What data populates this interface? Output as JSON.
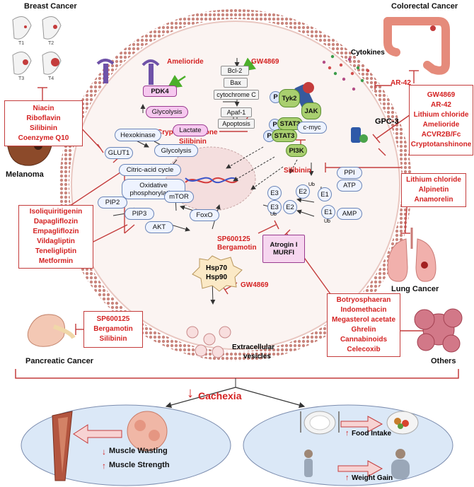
{
  "cancers": {
    "breast": "Breast Cancer",
    "colorectal": "Colorectal Cancer",
    "melanoma": "Melanoma",
    "lung": "Lung Cancer",
    "pancreatic": "Pancreatic Cancer",
    "others": "Others"
  },
  "tumor_stages": [
    "T1",
    "T2",
    "T3",
    "T4"
  ],
  "drug_boxes": {
    "breast": [
      "Niacin",
      "Riboflavin",
      "Silibinin",
      "Coenzyme Q10"
    ],
    "colorectal": [
      "GW4869",
      "AR-42",
      "Lithium chloride",
      "Amelioride",
      "ACVR2B/Fc",
      "Cryptotanshinone"
    ],
    "lung": [
      "Lithium chloride",
      "Alpinetin",
      "Anamorelin"
    ],
    "melanoma": [
      "Isoliquiritigenin",
      "Dapagliflozin",
      "Empagliflozin",
      "Vildagliptin",
      "Teneligliptin",
      "Metformin"
    ],
    "pancreatic": [
      "SP600125",
      "Bergamotin",
      "Silibinin"
    ],
    "others": [
      "Botryosphaeran",
      "Indomethacin",
      "Megasterol acetate",
      "Ghrelin",
      "Cannabinoids",
      "Celecoxib"
    ]
  },
  "inline_drugs": {
    "amelioride": "Amelioride",
    "gw4869_top": "GW4869",
    "ar42": "AR-42",
    "cryptotanshinone": "Cryptotanshinone",
    "silibinin_center": "Silibinin",
    "silibinin_right": "Silibinin",
    "sp600125": "SP600125",
    "bergamotin": "Bergamotin",
    "gw4869_bottom": "GW4869"
  },
  "cell_nodes": {
    "pdk4": "PDK4",
    "glycolysis_top": "Glycolysis",
    "lactate": "Lactate",
    "hexokinase": "Hexokinase",
    "glut1": "GLUT1",
    "glycolysis": "Glycolysis",
    "citric": "Citric-acid cycle",
    "oxphos1": "Oxidative",
    "oxphos2": "phosphorylation",
    "pip2": "PIP2",
    "pip3": "PIP3",
    "akt": "AKT",
    "mtor": "mTOR",
    "foxo": "FoxO",
    "bcl2": "Bcl-2",
    "bax": "Bax",
    "cytc": "cytochrome C",
    "apaf": "Apaf-1",
    "apoptosis": "Apoptosis",
    "tyk2": "Tyk2",
    "jak": "JAK",
    "p": "P",
    "stat3": "STAT3",
    "pi3k": "PI3K",
    "cmyc": "c-myc",
    "gpc3": "GPC-3",
    "ppi": "PPI",
    "atp": "ATP",
    "amp": "AMP",
    "e1": "E1",
    "e2": "E2",
    "e3": "E3",
    "ub": "Ub",
    "atrogin1": "Atrogin I",
    "atrogin2": "MURFI",
    "hsp70": "Hsp70",
    "hsp90": "Hsp90",
    "cytokines": "Cytokines",
    "ev1": "Extracellular",
    "ev2": "vesicles"
  },
  "bottom": {
    "cachexia": "Cachexia",
    "muscle_wasting": "Muscle Wasting",
    "muscle_strength": "Muscle Strength",
    "food_intake": "Food Intake",
    "weight_gain": "Weight Gain",
    "down_arrow": "↓",
    "up_arrow": "↑"
  },
  "colors": {
    "accent_red": "#d42222",
    "membrane": "#c9867e",
    "panel_blue": "#dbe8f7",
    "node_pink": "#f6c8ef",
    "node_blue": "#eef3ff"
  }
}
